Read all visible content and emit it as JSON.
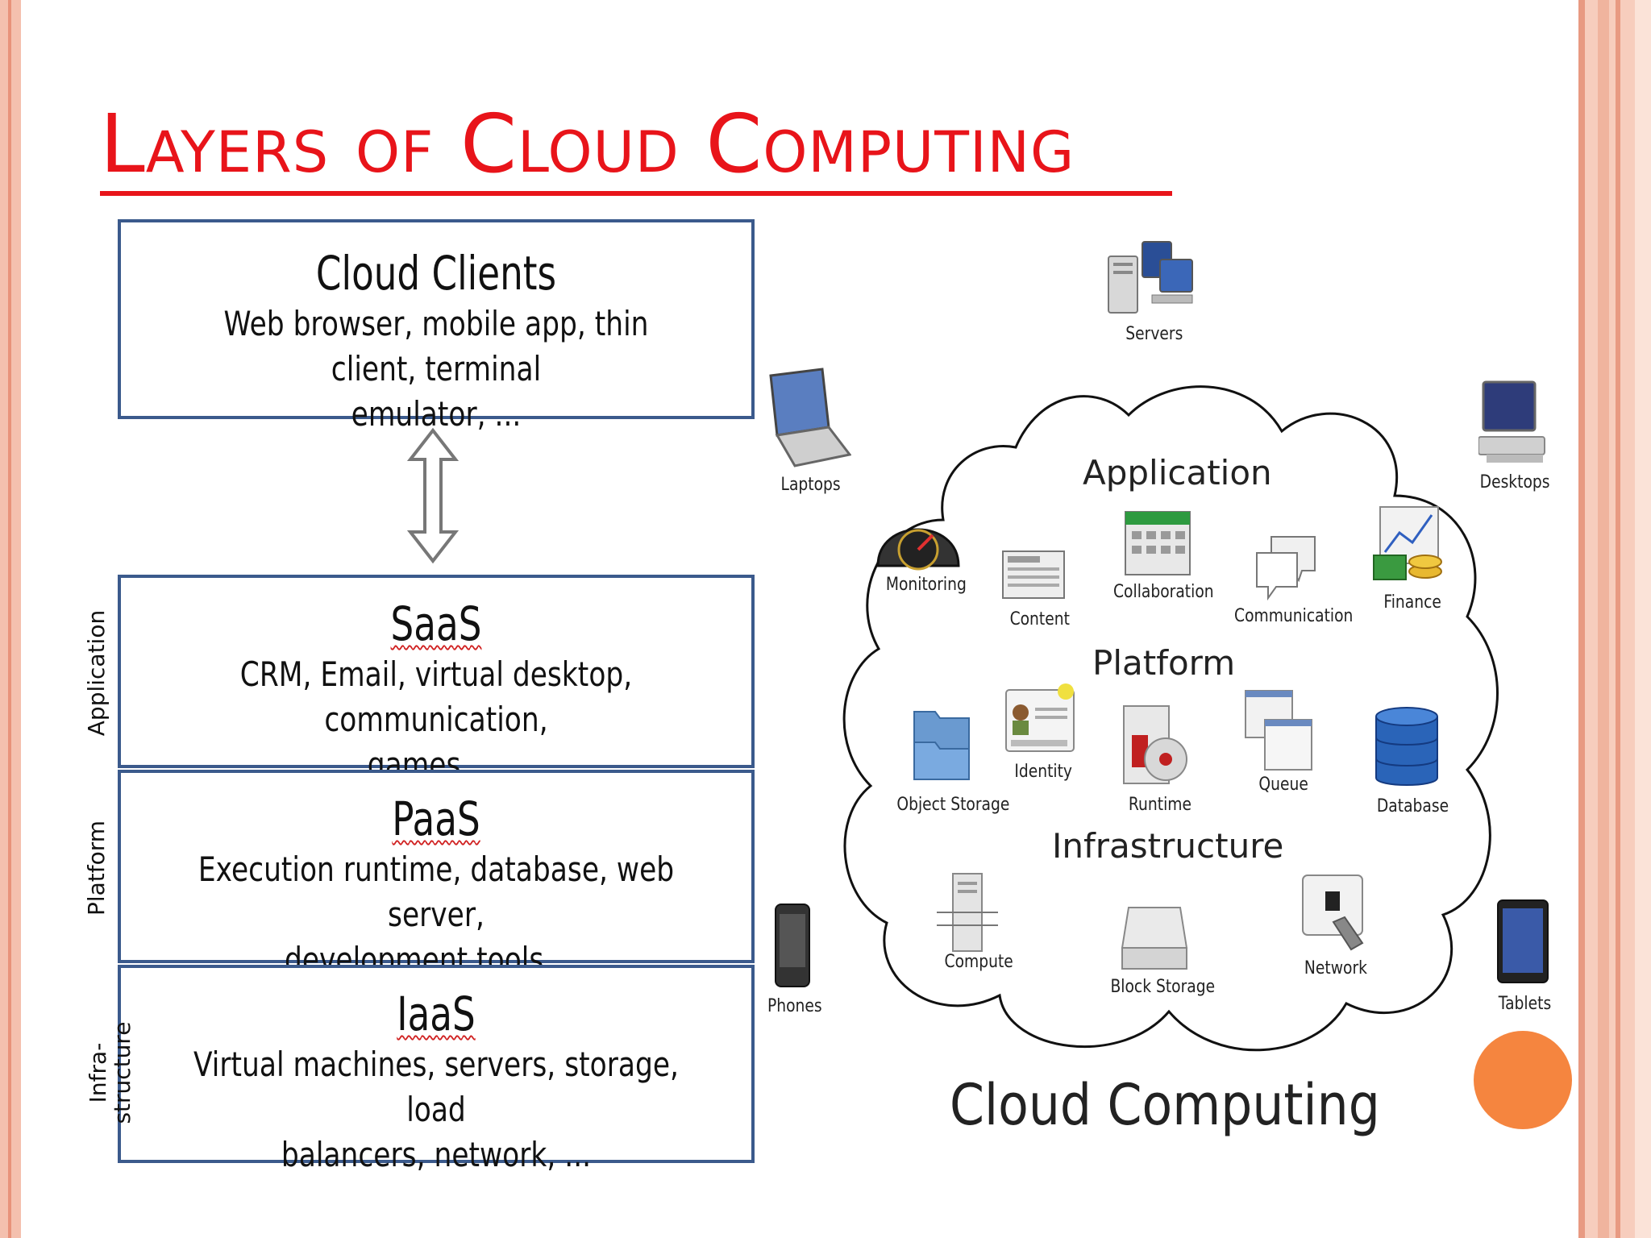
{
  "slide": {
    "title": "Layers of Cloud Computing"
  },
  "stack": {
    "clients": {
      "head": "Cloud Clients",
      "desc_line1": "Web browser, mobile app, thin client, terminal",
      "desc_line2": "emulator, ..."
    },
    "saas": {
      "head": "SaaS",
      "desc_line1": "CRM, Email, virtual desktop, communication,",
      "desc_line2": "games, ..."
    },
    "paas": {
      "head": "PaaS",
      "desc_line1": "Execution runtime, database, web server,",
      "desc_line2": "development tools, ..."
    },
    "iaas": {
      "head": "IaaS",
      "desc_line1": "Virtual machines, servers, storage, load",
      "desc_line2": "balancers, network, ..."
    },
    "side_labels": {
      "application": "Application",
      "platform": "Platform",
      "infra_line1": "Infra-",
      "infra_line2": "structure"
    }
  },
  "cloud_diagram": {
    "title": "Cloud Computing",
    "sections": {
      "application": "Application",
      "platform": "Platform",
      "infrastructure": "Infrastructure"
    },
    "devices": {
      "servers": "Servers",
      "laptops": "Laptops",
      "desktops": "Desktops",
      "phones": "Phones",
      "tablets": "Tablets"
    },
    "items": {
      "monitoring": "Monitoring",
      "content": "Content",
      "collaboration": "Collaboration",
      "communication": "Communication",
      "finance": "Finance",
      "object_storage": "Object Storage",
      "identity": "Identity",
      "runtime": "Runtime",
      "queue": "Queue",
      "database": "Database",
      "compute": "Compute",
      "block_storage": "Block Storage",
      "network": "Network"
    }
  },
  "colors": {
    "title": "#e8141a",
    "box_border": "#3b5a8c",
    "accent_circle": "#f5853f"
  }
}
